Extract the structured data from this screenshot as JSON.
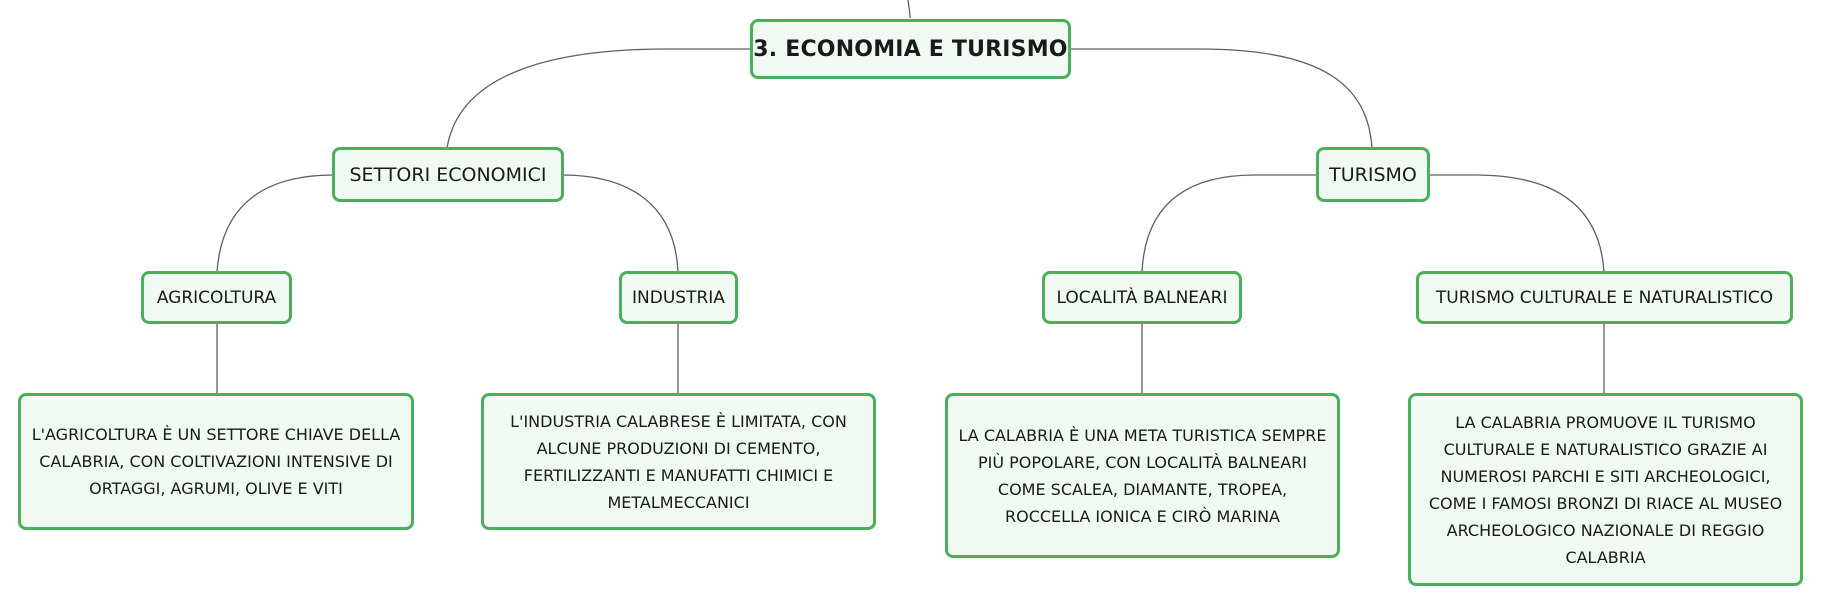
{
  "diagram": {
    "root": {
      "label": "3. ECONOMIA E TURISMO"
    },
    "branches": [
      {
        "label": "SETTORI ECONOMICI",
        "children": [
          {
            "label": "AGRICOLTURA",
            "detail": "L'AGRICOLTURA È UN SETTORE CHIAVE DELLA CALABRIA, CON COLTIVAZIONI INTENSIVE DI ORTAGGI, AGRUMI, OLIVE E VITI"
          },
          {
            "label": "INDUSTRIA",
            "detail": "L'INDUSTRIA CALABRESE È LIMITATA, CON ALCUNE PRODUZIONI DI CEMENTO, FERTILIZZANTI E MANUFATTI CHIMICI E METALMECCANICI"
          }
        ]
      },
      {
        "label": "TURISMO",
        "children": [
          {
            "label": "LOCALITÀ BALNEARI",
            "detail": "LA CALABRIA È UNA META TURISTICA SEMPRE PIÙ POPOLARE, CON LOCALITÀ BALNEARI COME SCALEA, DIAMANTE, TROPEA, ROCCELLA IONICA E CIRÒ MARINA"
          },
          {
            "label": "TURISMO CULTURALE E NATURALISTICO",
            "detail": "LA CALABRIA PROMUOVE IL TURISMO CULTURALE E NATURALISTICO GRAZIE AI NUMEROSI PARCHI E SITI ARCHEOLOGICI, COME I FAMOSI BRONZI DI RIACE AL MUSEO ARCHEOLOGICO NAZIONALE DI REGGIO CALABRIA"
          }
        ]
      }
    ]
  },
  "colors": {
    "node_border": "#4caf5b",
    "node_fill": "#f0faf2",
    "connector": "#5f5f5f",
    "text": "#1a1a1a"
  }
}
